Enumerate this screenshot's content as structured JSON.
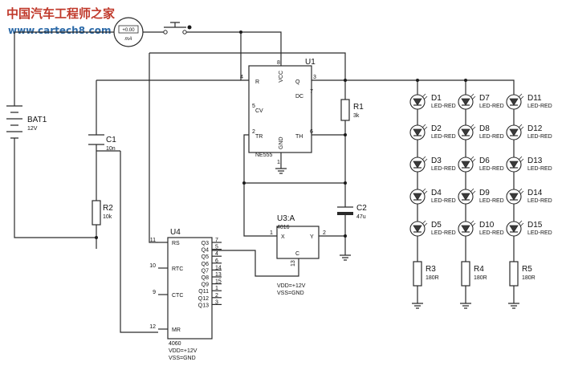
{
  "watermark": {
    "title": "中国汽车工程师之家",
    "url": "www.cartech8.com"
  },
  "meter": {
    "display": "+0.00",
    "unit": "mA"
  },
  "battery": {
    "ref": "BAT1",
    "value": "12V"
  },
  "c1": {
    "ref": "C1",
    "value": "10n"
  },
  "r2": {
    "ref": "R2",
    "value": "10k"
  },
  "u1": {
    "ref": "U1",
    "part": "NE555",
    "pins": {
      "r": "R",
      "vcc": "VCC",
      "q": "Q",
      "cv": "CV",
      "dc": "DC",
      "tr": "TR",
      "gnd": "GND",
      "th": "TH"
    },
    "pin_numbers": {
      "r": "4",
      "vcc": "8",
      "q": "3",
      "cv": "5",
      "dc": "7",
      "tr": "2",
      "gnd": "1",
      "th": "6"
    }
  },
  "r1": {
    "ref": "R1",
    "value": "3k"
  },
  "c2": {
    "ref": "C2",
    "value": "47u"
  },
  "u3": {
    "ref": "U3:A",
    "part": "4016",
    "pins": {
      "x": "X",
      "y": "Y",
      "c": "C"
    },
    "pin_numbers": {
      "x": "1",
      "y": "2",
      "c": "13"
    },
    "power": "VDD=+12V",
    "ground": "VSS=GND"
  },
  "u4": {
    "ref": "U4",
    "part": "4060",
    "left_pins": [
      {
        "name": "RS",
        "num": "11"
      },
      {
        "name": "RTC",
        "num": "10"
      },
      {
        "name": "CTC",
        "num": "9"
      },
      {
        "name": "MR",
        "num": "12"
      }
    ],
    "right_pins": [
      {
        "name": "Q3",
        "num": "7"
      },
      {
        "name": "Q4",
        "num": "5"
      },
      {
        "name": "Q5",
        "num": "4"
      },
      {
        "name": "Q6",
        "num": "6"
      },
      {
        "name": "Q7",
        "num": "14"
      },
      {
        "name": "Q8",
        "num": "13"
      },
      {
        "name": "Q9",
        "num": "15"
      },
      {
        "name": "Q11",
        "num": "1"
      },
      {
        "name": "Q12",
        "num": "2"
      },
      {
        "name": "Q13",
        "num": "3"
      }
    ],
    "power": "VDD=+12V",
    "ground": "VSS=GND"
  },
  "led_type": "LED-RED",
  "led_columns": [
    {
      "leds": [
        "D1",
        "D2",
        "D3",
        "D4",
        "D5"
      ],
      "resistor": "R3",
      "value": "180R"
    },
    {
      "leds": [
        "D7",
        "D8",
        "D6",
        "D9",
        "D10"
      ],
      "resistor": "R4",
      "value": "180R"
    },
    {
      "leds": [
        "D11",
        "D12",
        "D13",
        "D14",
        "D15"
      ],
      "resistor": "R5",
      "value": "180R"
    }
  ]
}
